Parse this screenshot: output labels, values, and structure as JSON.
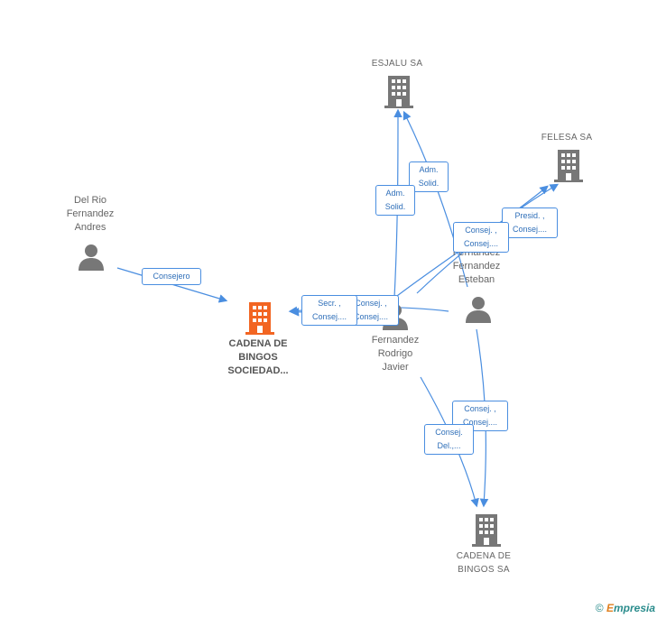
{
  "nodes": {
    "esjalu": {
      "label": "ESJALU SA",
      "type": "company"
    },
    "felesa": {
      "label": "FELESA SA",
      "type": "company"
    },
    "del_rio": {
      "label_lines": [
        "Del Rio",
        "Fernandez",
        "Andres"
      ],
      "type": "person"
    },
    "cadena_focus": {
      "label_lines": [
        "CADENA DE",
        "BINGOS",
        "SOCIEDAD..."
      ],
      "type": "company-focus"
    },
    "fernandez_esteban": {
      "label_lines": [
        "Fernandez",
        "Fernandez",
        "Esteban"
      ],
      "type": "person"
    },
    "fernandez_rodrigo": {
      "label_lines": [
        "Fernandez",
        "Rodrigo",
        "Javier"
      ],
      "type": "person"
    },
    "cadena_sa": {
      "label_lines": [
        "CADENA DE",
        "BINGOS SA"
      ],
      "type": "company"
    }
  },
  "edges": [
    {
      "id": "e1",
      "lines": [
        "Consejero"
      ]
    },
    {
      "id": "e2",
      "lines": [
        "Adm.",
        "Solid."
      ]
    },
    {
      "id": "e3",
      "lines": [
        "Adm.",
        "Solid."
      ]
    },
    {
      "id": "e4",
      "lines": [
        "Presid. ,",
        "Consej...."
      ]
    },
    {
      "id": "e5",
      "lines": [
        "Consej. ,",
        "Consej...."
      ]
    },
    {
      "id": "e6",
      "lines": [
        "Consej. ,",
        "Consej...."
      ]
    },
    {
      "id": "e7",
      "lines": [
        "Secr. ,",
        "Consej...."
      ]
    },
    {
      "id": "e8",
      "lines": [
        "Consej. ,",
        "Consej...."
      ]
    },
    {
      "id": "e9",
      "lines": [
        "Consej.",
        "Del.,..."
      ]
    }
  ],
  "colors": {
    "edge": "#4a8ee0",
    "company": "#777777",
    "focus": "#f26522",
    "person": "#777777"
  },
  "footer": {
    "symbol": "©",
    "brand_initial": "E",
    "brand_rest": "mpresia"
  }
}
